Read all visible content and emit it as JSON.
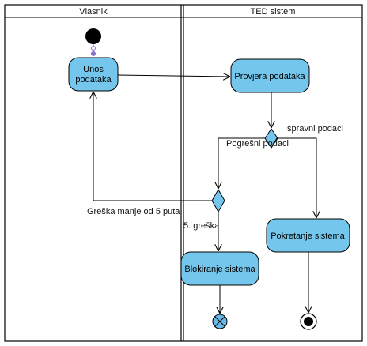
{
  "swimlanes": {
    "left": "Vlasnik",
    "right": "TED sistem"
  },
  "activities": {
    "unos_line1": "Unos",
    "unos_line2": "podataka",
    "provjera": "Provjera podataka",
    "pokretanje": "Pokretanje sistema",
    "blokiranje": "Blokiranje sistema"
  },
  "guards": {
    "ispravni": "Ispravni podaci",
    "pogresni": "Pogrešni podaci",
    "greska_manje": "Greška manje od 5 puta",
    "peta_greska": "5. greška"
  },
  "colors": {
    "activity_fill": "#74c6ec",
    "decision_fill": "#74c6ec",
    "final_flow_fill": "#6ab8e6",
    "stroke": "#000000",
    "initial_connector": "#8a6fcf"
  }
}
